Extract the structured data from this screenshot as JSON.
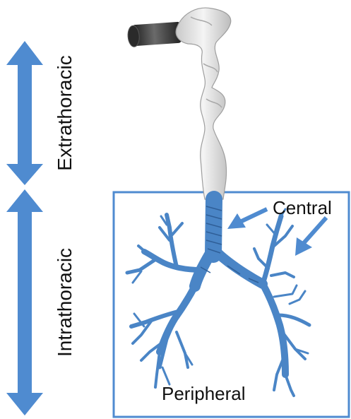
{
  "labels": {
    "extrathoracic": "Extrathoracic",
    "intrathoracic": "Intrathoracic",
    "central": "Central",
    "peripheral": "Peripheral"
  },
  "colors": {
    "accent": "#4f8bd0",
    "airway_blue": "#4a85c6",
    "airway_blue_dark": "#2f5f98",
    "upper_airway": "#e9e9e9",
    "upper_airway_shade": "#bdbdbd",
    "mouthpiece": "#3a3a3a"
  },
  "icons": {
    "extrathoracic_arrow": "double-headed-vertical-arrow",
    "intrathoracic_arrow": "double-headed-vertical-arrow",
    "central_pointer": "diagonal-arrow",
    "mouthpiece": "cylinder"
  }
}
